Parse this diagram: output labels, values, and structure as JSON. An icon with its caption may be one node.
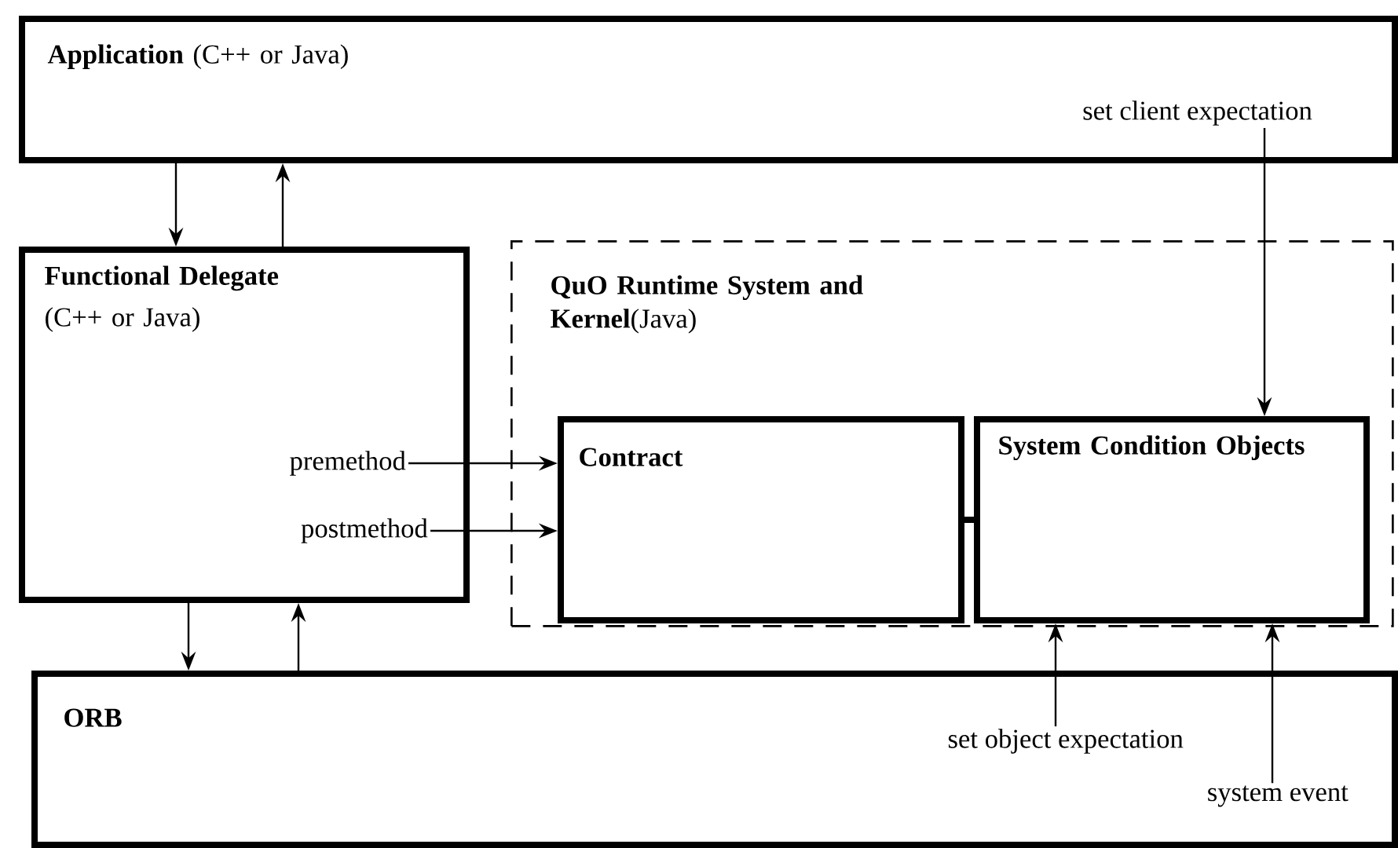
{
  "diagram": {
    "nodes": [
      {
        "text": [
          "**Application** (C++ or Java)"
        ]
      },
      {
        "text": [
          "set client expectation"
        ],
        "in": 0
      },
      {
        "text": [
          "Functional Delegate",
          "(C++ or Java)"
        ]
      },
      {
        "text": [
          "premethod"
        ],
        "in": 2
      },
      {
        "text": [
          "postmethod"
        ],
        "in": 2
      },
      {
        "text": [
          "**QuO Runtime System and Kernel**(Java)"
        ]
      },
      {
        "text": [
          "Contract"
        ],
        "in": 5
      },
      {
        "text": [
          "System Condition Objects"
        ],
        "in": 5
      },
      {
        "text": [
          "ORB"
        ]
      },
      {
        "text": [
          "set object expectation"
        ],
        "in": 8
      },
      {
        "text": [
          "system event"
        ],
        "in": 8
      }
    ],
    "edges": [
      {
        "from": 0,
        "to": 2,
        "arrow": "to"
      },
      {
        "from": 2,
        "to": 0,
        "arrow": "to"
      },
      {
        "from": 1,
        "to": 7,
        "arrow": "to"
      },
      {
        "from": 3,
        "to": 6,
        "arrow": "to"
      },
      {
        "from": 4,
        "to": 6,
        "arrow": "to"
      },
      {
        "from": 6,
        "to": 7,
        "arrow": "none",
        "style": "thick"
      },
      {
        "from": 2,
        "to": 8,
        "arrow": "to"
      },
      {
        "from": 8,
        "to": 2,
        "arrow": "to"
      },
      {
        "from": 9,
        "to": 7,
        "arrow": "to"
      },
      {
        "from": 10,
        "to": 7,
        "arrow": "to"
      }
    ]
  }
}
